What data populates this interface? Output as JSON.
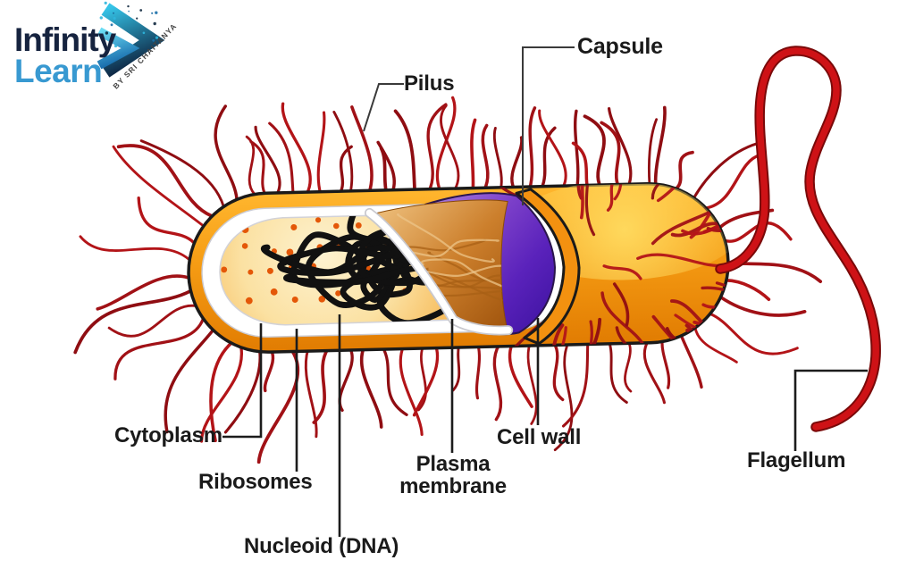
{
  "logo": {
    "brand_line1": "Infinity",
    "brand_line2": "Learn",
    "tagline": "BY SRI CHAITANYA"
  },
  "figure": {
    "labels": {
      "pilus": "Pilus",
      "capsule": "Capsule",
      "cytoplasm": "Cytoplasm",
      "ribosomes": "Ribosomes",
      "nucleoid": "Nucleoid (DNA)",
      "plasma_membrane": "Plasma membrane",
      "cell_wall": "Cell wall",
      "flagellum": "Flagellum"
    }
  },
  "colors": {
    "capsule-orange": "#f59b13",
    "capsule-outline": "#1a1a1a",
    "cell-wall-white": "#ffffff",
    "cytoplasm-cream": "#fbe3a6",
    "cut-surface-tan": "#cc7f2c",
    "membrane-purple": "#5a22bb",
    "ribosome-dot": "#e45708",
    "nucleoid-black": "#111111",
    "pili-red": "#a11116",
    "flagellum-red": "#ce1216",
    "label-text": "#1a1a1a",
    "label-line": "#1c1c1c",
    "logo-navy": "#16233f",
    "logo-blue": "#3899d1",
    "logo-tagline": "#444444"
  }
}
